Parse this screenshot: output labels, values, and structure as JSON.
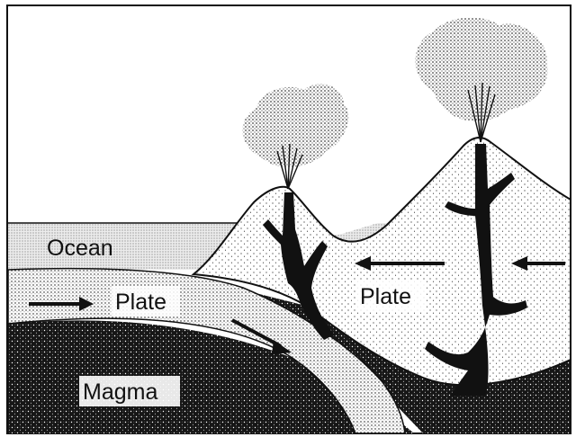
{
  "diagram": {
    "labels": {
      "ocean": "Ocean",
      "plate_left": "Plate",
      "plate_right": "Plate",
      "magma": "Magma"
    }
  },
  "colors": {
    "ink": "#111111",
    "paper": "#ffffff",
    "ocean_fill": "#d9d9d9",
    "magma_fill": "#1a1a1a"
  }
}
